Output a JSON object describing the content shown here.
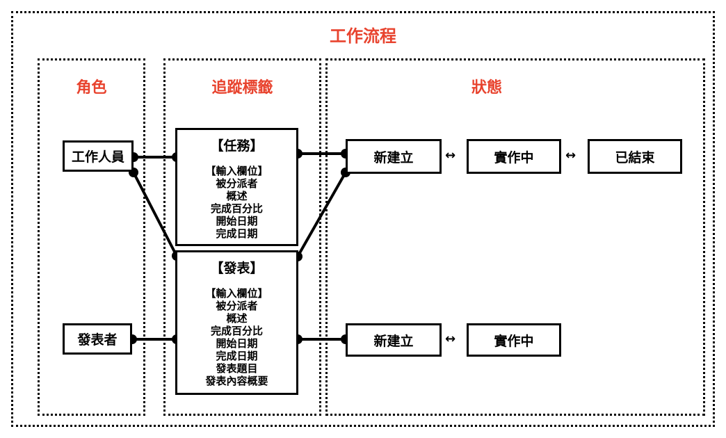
{
  "workflow": {
    "title": "工作流程"
  },
  "roles": {
    "title": "角色",
    "items": [
      {
        "label": "工作人員"
      },
      {
        "label": "發表者"
      }
    ]
  },
  "tags": {
    "title": "追蹤標籤",
    "items": [
      {
        "title": "【任務】",
        "fields_header": "【輸入欄位】",
        "fields": [
          "被分派者",
          "概述",
          "完成百分比",
          "開始日期",
          "完成日期"
        ]
      },
      {
        "title": "【發表】",
        "fields_header": "【輸入欄位】",
        "fields": [
          "被分派者",
          "概述",
          "完成百分比",
          "開始日期",
          "完成日期",
          "發表題目",
          "發表內容概要"
        ]
      }
    ]
  },
  "states": {
    "title": "狀態",
    "task_flow": [
      {
        "label": "新建立"
      },
      {
        "label": "實作中"
      },
      {
        "label": "已結束"
      }
    ],
    "publish_flow": [
      {
        "label": "新建立"
      },
      {
        "label": "實作中"
      }
    ],
    "connector": "↔"
  }
}
